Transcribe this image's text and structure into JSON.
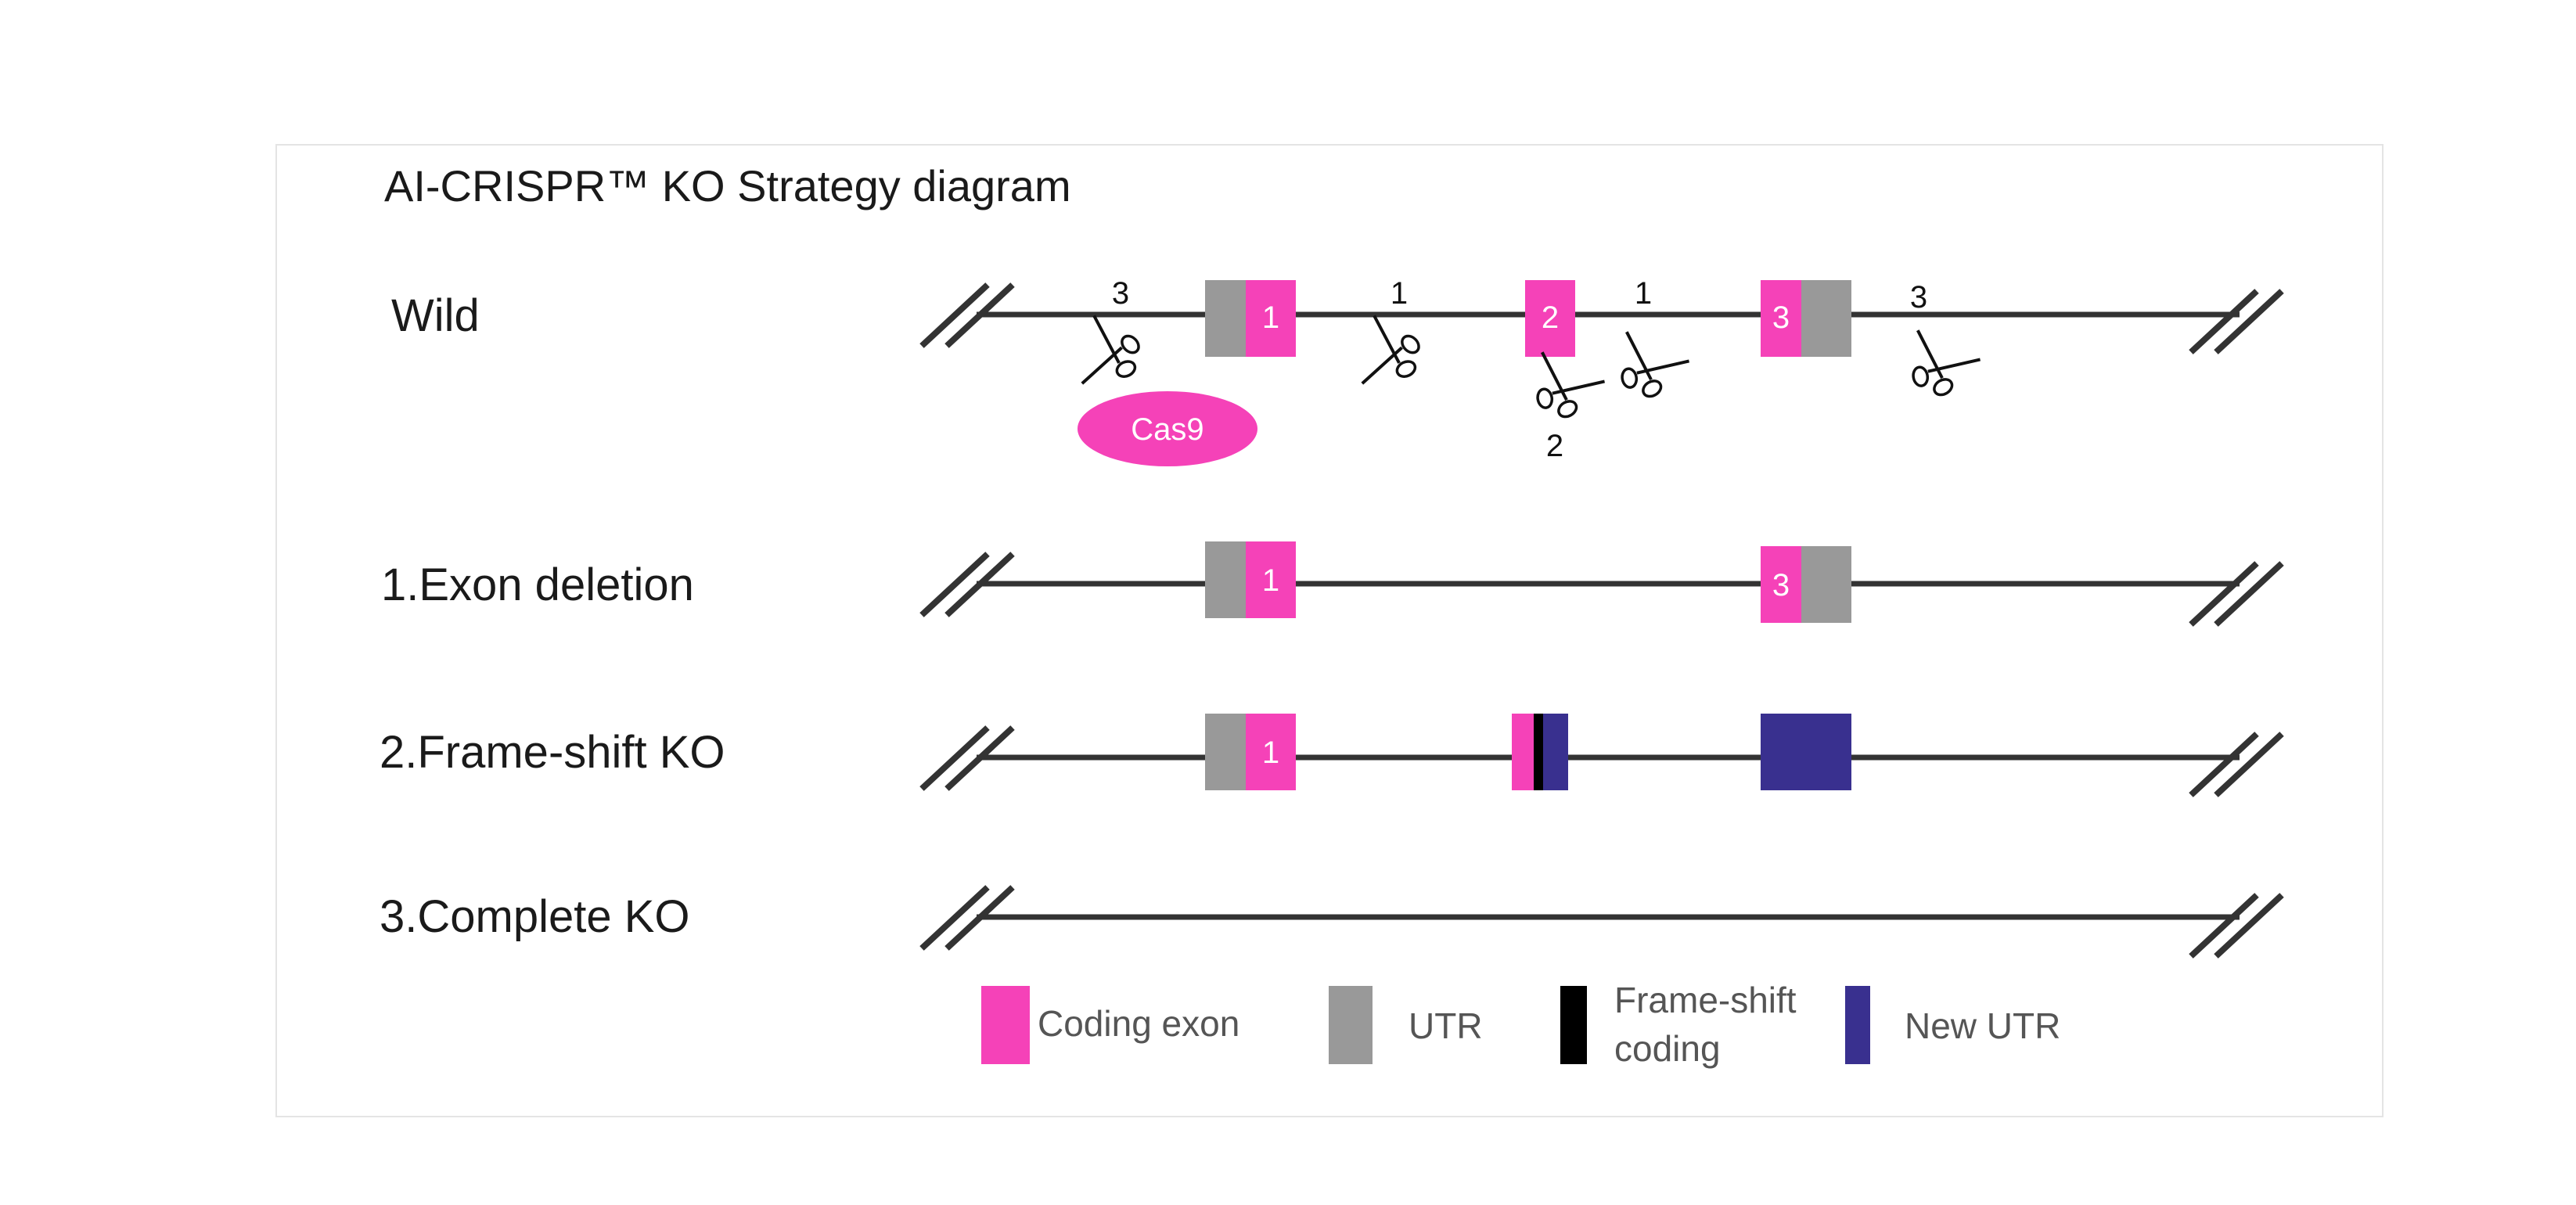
{
  "title": "AI-CRISPR™ KO Strategy diagram",
  "rows": {
    "wild": "Wild",
    "exon_deletion": "1.Exon deletion",
    "frameshift": "2.Frame-shift KO",
    "complete": "3.Complete KO"
  },
  "exon_labels": {
    "e1": "1",
    "e2": "2",
    "e3": "3"
  },
  "sgrna_labels": {
    "s_upstream": "3",
    "s_intron1": "1",
    "s_exon2": "2",
    "s_intron2": "1",
    "s_downstream": "3"
  },
  "cas9_label": "Cas9",
  "legend": {
    "coding_exon": "Coding exon",
    "utr": "UTR",
    "frameshift_line1": "Frame-shift",
    "frameshift_line2": "coding",
    "new_utr": "New UTR"
  },
  "colors": {
    "coding_exon": "#f542b8",
    "utr": "#999999",
    "frameshift": "#000000",
    "new_utr": "#39308f",
    "line": "#333333"
  }
}
